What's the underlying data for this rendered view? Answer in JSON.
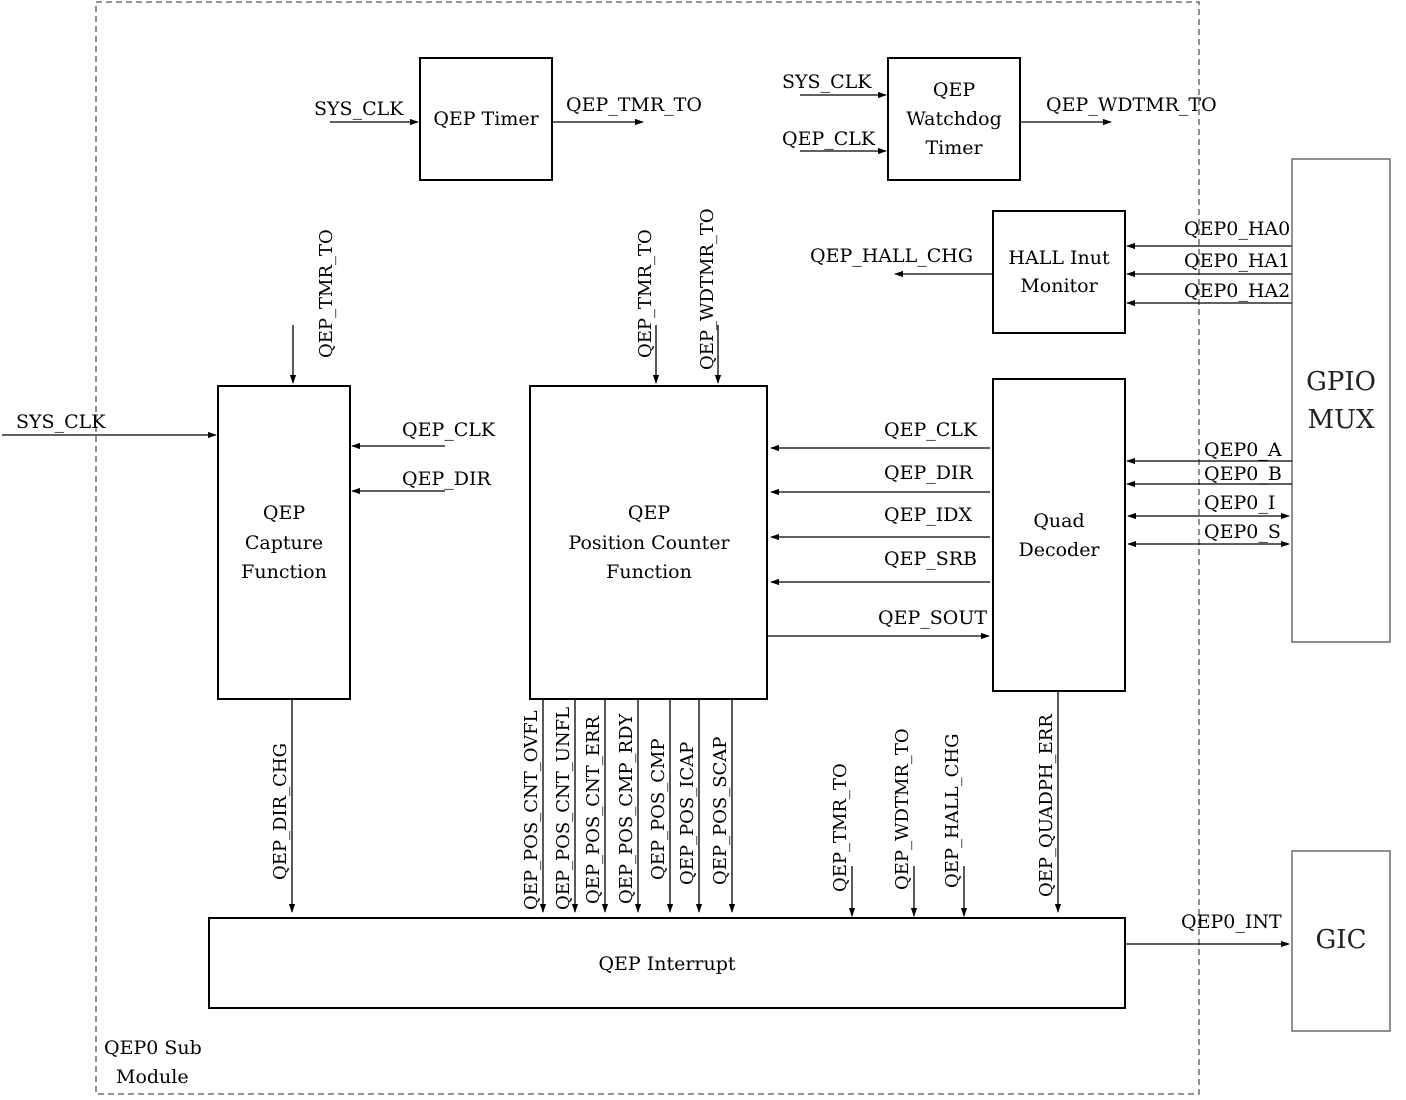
{
  "submodule": {
    "line1": "QEP0 Sub",
    "line2": "Module"
  },
  "blocks": {
    "timer": "QEP Timer",
    "watchdog": [
      "QEP",
      "Watchdog",
      "Timer"
    ],
    "hall": [
      "HALL Inut",
      "Monitor"
    ],
    "capture": [
      "QEP",
      "Capture",
      "Function"
    ],
    "position": [
      "QEP",
      "Position Counter",
      "Function"
    ],
    "quad": [
      "Quad",
      "Decoder"
    ],
    "interrupt": "QEP Interrupt",
    "gpio": [
      "GPIO",
      "MUX"
    ],
    "gic": "GIC"
  },
  "signals": {
    "sys_clk": "SYS_CLK",
    "qep_clk": "QEP_CLK",
    "qep_dir": "QEP_DIR",
    "qep_idx": "QEP_IDX",
    "qep_srb": "QEP_SRB",
    "qep_sout": "QEP_SOUT",
    "tmr_to": "QEP_TMR_TO",
    "wdtmr_to": "QEP_WDTMR_TO",
    "hall_chg": "QEP_HALL_CHG",
    "dir_chg": "QEP_DIR_CHG",
    "quadph_err": "QEP_QUADPH_ERR",
    "ha0": "QEP0_HA0",
    "ha1": "QEP0_HA1",
    "ha2": "QEP0_HA2",
    "pin_a": "QEP0_A",
    "pin_b": "QEP0_B",
    "pin_i": "QEP0_I",
    "pin_s": "QEP0_S",
    "int_out": "QEP0_INT",
    "pos_flags": [
      "QEP_POS_CNT_OVFL",
      "QEP_POS_CNT_UNFL",
      "QEP_POS_CNT_ERR",
      "QEP_POS_CMP_RDY",
      "QEP_POS_CMP",
      "QEP_POS_ICAP",
      "QEP_POS_SCAP"
    ]
  }
}
